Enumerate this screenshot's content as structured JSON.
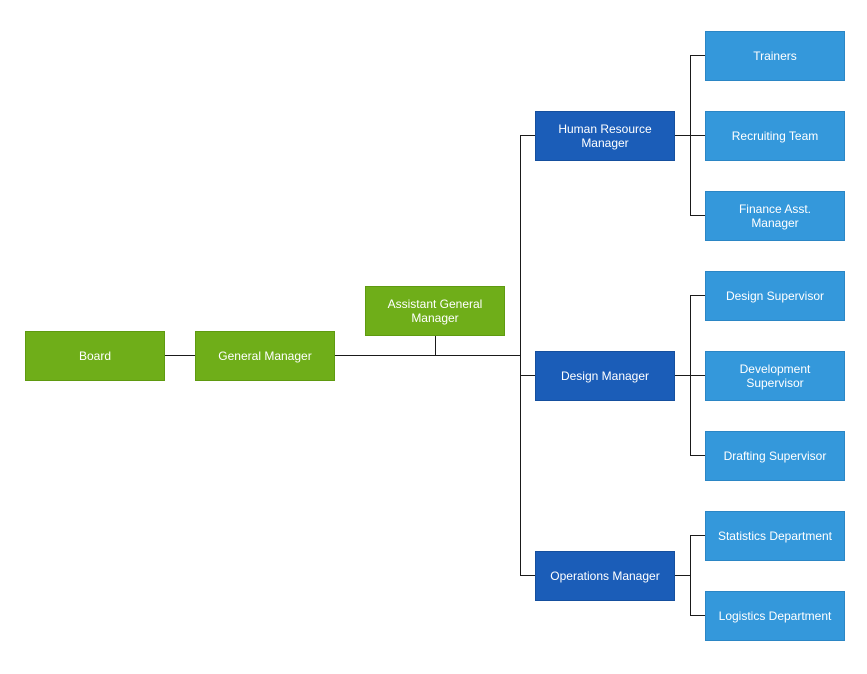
{
  "colors": {
    "executive": "#6fae19",
    "manager": "#1b5db8",
    "team": "#3498db",
    "connector": "#1a1a1a"
  },
  "nodes": {
    "board": "Board",
    "general_manager": "General Manager",
    "assistant_general_manager": "Assistant General Manager",
    "hr_manager": "Human Resource Manager",
    "design_manager": "Design Manager",
    "operations_manager": "Operations Manager",
    "trainers": "Trainers",
    "recruiting_team": "Recruiting Team",
    "finance_asst_manager": "Finance Asst. Manager",
    "design_supervisor": "Design Supervisor",
    "development_supervisor": "Development Supervisor",
    "drafting_supervisor": "Drafting Supervisor",
    "statistics_department": "Statistics Department",
    "logistics_department": "Logistics Department"
  }
}
